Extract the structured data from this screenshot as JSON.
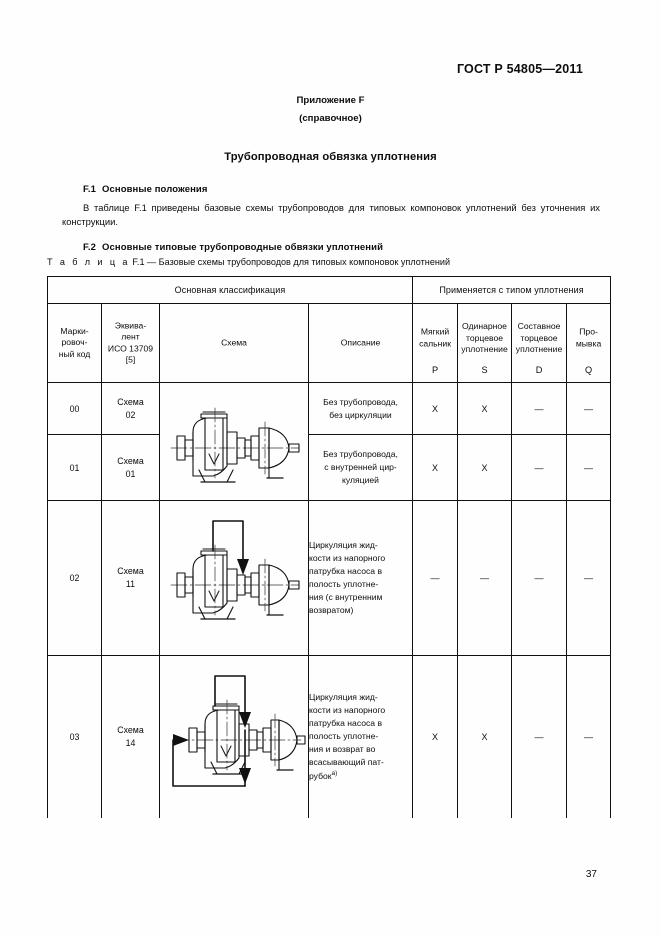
{
  "document": {
    "standard_header": "ГОСТ Р 54805—2011",
    "page_number": "37"
  },
  "annex": {
    "label": "Приложение F",
    "type": "(справочное)"
  },
  "title": "Трубопроводная обвязка уплотнения",
  "sections": [
    {
      "number": "F.1",
      "heading": "Основные положения",
      "paragraph": "В таблице F.1 приведены базовые схемы трубопроводов для типовых компоновок уплотнений без уточнения их конструкции."
    },
    {
      "number": "F.2",
      "heading": "Основные типовые трубопроводные обвязки уплотнений",
      "paragraph": ""
    }
  ],
  "table": {
    "caption_label": "Т а б л и ц а",
    "caption_number": "F.1",
    "caption_dash": "—",
    "caption_text": "Базовые схемы трубопроводов для типовых компоновок уплотнений",
    "group_headers": [
      {
        "label": "Основная классификация",
        "span": 4
      },
      {
        "label": "Применяется с типом уплотнения",
        "span": 4
      }
    ],
    "columns": [
      {
        "key": "mark",
        "lines": [
          "Марки-",
          "ровоч-",
          "ный код"
        ],
        "code": ""
      },
      {
        "key": "iso",
        "lines": [
          "Эквива-",
          "лент",
          "ИСО 13709",
          "[5]"
        ],
        "code": ""
      },
      {
        "key": "scheme",
        "lines": [
          "Схема"
        ],
        "code": ""
      },
      {
        "key": "desc",
        "lines": [
          "Описание"
        ],
        "code": ""
      },
      {
        "key": "soft",
        "lines": [
          "Мягкий",
          "сальник"
        ],
        "code": "P"
      },
      {
        "key": "single",
        "lines": [
          "Одинарное",
          "торцевое",
          "уплотнение"
        ],
        "code": "S"
      },
      {
        "key": "double",
        "lines": [
          "Составное",
          "торцевое",
          "уплотнение"
        ],
        "code": "D"
      },
      {
        "key": "flush",
        "lines": [
          "Про-",
          "мывка"
        ],
        "code": "Q"
      }
    ],
    "rows": [
      {
        "mark": "00",
        "iso_lines": [
          "Схема",
          "02"
        ],
        "scheme": "pump-plain",
        "desc_lines": [
          "Без трубопровода,",
          "без циркуляции"
        ],
        "desc_footnote": "",
        "soft": "X",
        "single": "X",
        "double": "—",
        "flush": "—"
      },
      {
        "mark": "01",
        "iso_lines": [
          "Схема",
          "01"
        ],
        "scheme": "pump-plain-shared",
        "desc_lines": [
          "Без трубопровода,",
          "с внутренней цир-",
          "куляцией"
        ],
        "desc_footnote": "",
        "soft": "X",
        "single": "X",
        "double": "—",
        "flush": "—"
      },
      {
        "mark": "02",
        "iso_lines": [
          "Схема",
          "11"
        ],
        "scheme": "pump-loop-internal",
        "desc_lines": [
          "Циркуляция жид-",
          "кости из напорного",
          "патрубка насоса в",
          "полость уплотне-",
          "ния (с внутренним",
          "возвратом)"
        ],
        "desc_footnote": "",
        "soft": "—",
        "single": "—",
        "double": "—",
        "flush": "—"
      },
      {
        "mark": "03",
        "iso_lines": [
          "Схема",
          "14"
        ],
        "scheme": "pump-loop-suction",
        "desc_lines": [
          "Циркуляция жид-",
          "кости из напорного",
          "патрубка насоса в",
          "полость уплотне-",
          "ния и возврат во",
          "всасывающий пат-",
          "рубок"
        ],
        "desc_footnote": "a)",
        "soft": "X",
        "single": "X",
        "double": "—",
        "flush": "—"
      }
    ]
  },
  "colors": {
    "ink": "#0d0d0d",
    "rule": "#111111",
    "paper": "#fefefe"
  }
}
